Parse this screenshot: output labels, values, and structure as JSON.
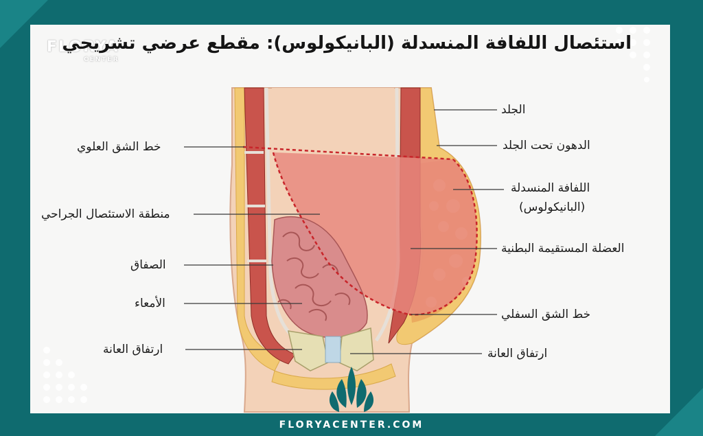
{
  "title": "استئصال اللفافة المنسدلة (البانيكولوس): مقطع عرضي تشريحي",
  "brand": {
    "name": "FLORYA",
    "sub": "CENTER"
  },
  "labels": {
    "skin": "الجلد",
    "subcutaneous_fat": "الدهون تحت الجلد",
    "panniculus_line1": "اللفافة المنسدلة",
    "panniculus_line2": "(البانيكولوس)",
    "rectus_muscle": "العضلة المستقيمة البطنية",
    "lower_incision": "خط الشق السفلي",
    "pubic_symphysis_right": "ارتفاق العانة",
    "upper_incision": "خط الشق العلوي",
    "excision_area": "منطقة الاستئصال الجراحي",
    "peritoneum": "الصفاق",
    "intestines": "الأمعاء",
    "pubic_symphysis_left": "ارتفاق العانة"
  },
  "footer": {
    "url": "FLORYACENTER.COM"
  },
  "colors": {
    "frame": "#0f6b6f",
    "panel": "#f7f7f6",
    "muscle": "#c9544c",
    "fat": "#f2c972",
    "excision": "#e8877e",
    "intestine": "#d98c8c",
    "bone": "#e6dfb4",
    "incision_line": "#c8252a"
  }
}
